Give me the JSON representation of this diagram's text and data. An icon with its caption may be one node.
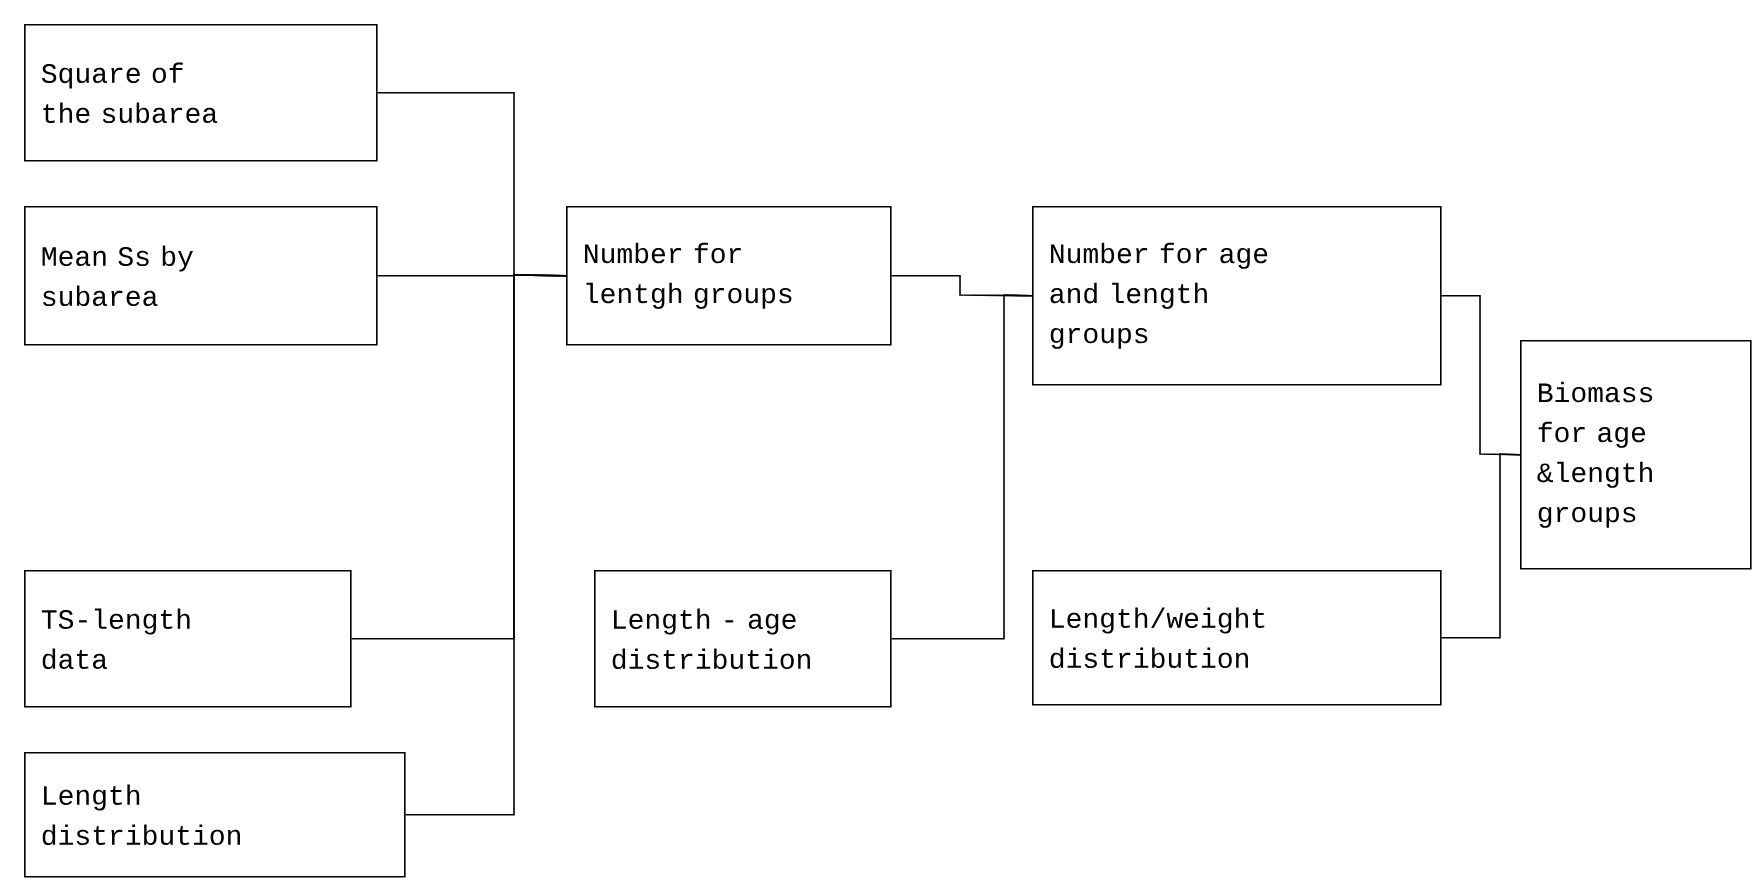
{
  "diagram": {
    "nodes": [
      {
        "text": [
          "Square of the subarea"
        ]
      },
      {
        "text": [
          "Mean Ss by subarea"
        ]
      },
      {
        "text": [
          "TS-length data"
        ]
      },
      {
        "text": [
          "Length distribution"
        ]
      },
      {
        "text": [
          "Number for lentgh groups"
        ]
      },
      {
        "text": [
          "Length - age distribution"
        ]
      },
      {
        "text": [
          "Number for age and length groups"
        ]
      },
      {
        "text": [
          "Length/weight distribution"
        ]
      },
      {
        "text": [
          "Biomass for age &length groups"
        ]
      }
    ],
    "edges": [
      {
        "from": 0,
        "to": 4,
        "arrow": "none"
      },
      {
        "from": 1,
        "to": 4,
        "arrow": "none"
      },
      {
        "from": 2,
        "to": 4,
        "arrow": "none"
      },
      {
        "from": 3,
        "to": 4,
        "arrow": "none"
      },
      {
        "from": 4,
        "to": 6,
        "arrow": "none"
      },
      {
        "from": 5,
        "to": 6,
        "arrow": "none"
      },
      {
        "from": 6,
        "to": 8,
        "arrow": "none"
      },
      {
        "from": 7,
        "to": 8,
        "arrow": "none"
      }
    ]
  }
}
